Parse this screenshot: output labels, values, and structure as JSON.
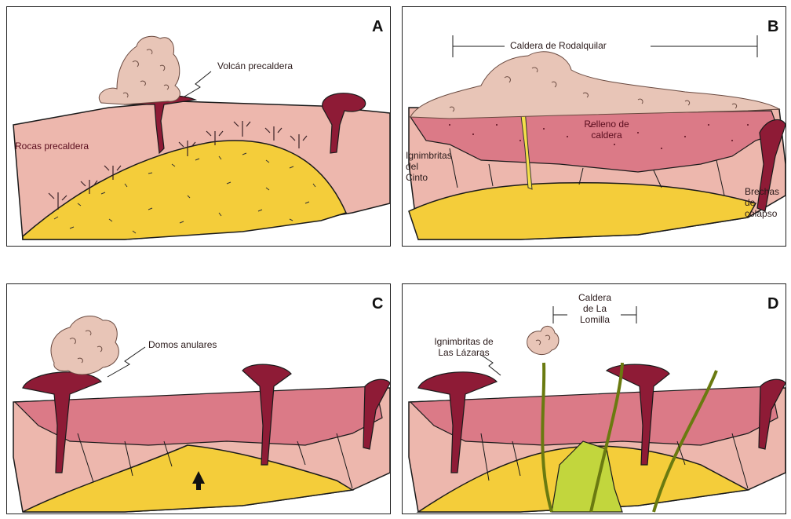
{
  "panels": {
    "A": {
      "letter": "A",
      "labels": {
        "volcan": "Volcán precaldera",
        "rocas": "Rocas precaldera"
      }
    },
    "B": {
      "letter": "B",
      "labels": {
        "caldera": "Caldera de Rodalquilar",
        "relleno_1": "Relleno de",
        "relleno_2": "caldera",
        "ign_1": "Ignimbritas",
        "ign_2": "del",
        "ign_3": "Cinto",
        "brechas_1": "Brechas",
        "brechas_2": "de",
        "brechas_3": "colapso"
      }
    },
    "C": {
      "letter": "C",
      "labels": {
        "domos": "Domos anulares"
      }
    },
    "D": {
      "letter": "D",
      "labels": {
        "cal_1": "Caldera",
        "cal_2": "de La",
        "cal_3": "Lomilla",
        "laz_1": "Ignimbritas de",
        "laz_2": "Las Lázaras"
      }
    }
  },
  "colors": {
    "country_rock": "#edb7ad",
    "magma": "#f4cd3a",
    "dome": "#8e1b36",
    "caldera_fill": "#db7a87",
    "ash_cloud": "#e8c5b7",
    "young_ignimbrite": "#c2d63d",
    "outline": "#1a1a1a"
  },
  "icons": [
    "ash-cloud-icon",
    "uplift-arrow-icon"
  ]
}
